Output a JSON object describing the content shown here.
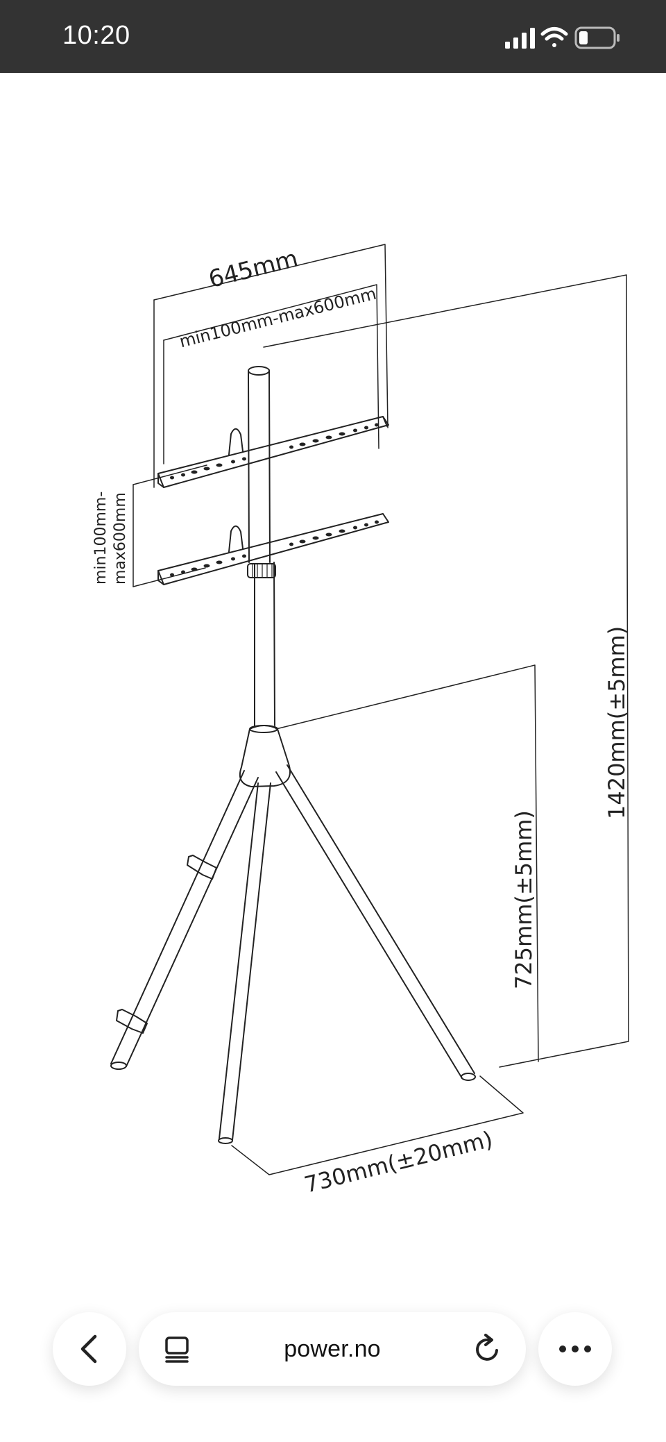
{
  "status_bar": {
    "time": "10:20",
    "icons": [
      "signal-icon",
      "wifi-icon",
      "battery-icon"
    ]
  },
  "diagram": {
    "dimensions": {
      "top_width": "645mm",
      "hole_spacing_horizontal": "min100mm-max600mm",
      "hole_spacing_vertical_line1": "min100mm-",
      "hole_spacing_vertical_line2": "max600mm",
      "total_height": "1420mm(±5mm)",
      "tripod_height": "725mm(±5mm)",
      "leg_spread": "730mm(±20mm)"
    }
  },
  "browser": {
    "url": "power.no",
    "icons": {
      "back": "chevron-left-icon",
      "tabs": "tabs-icon",
      "reload": "reload-icon",
      "more": "more-icon"
    }
  },
  "colors": {
    "status_bar_bg": "#333333",
    "line": "#222222",
    "page_bg": "#ffffff"
  }
}
